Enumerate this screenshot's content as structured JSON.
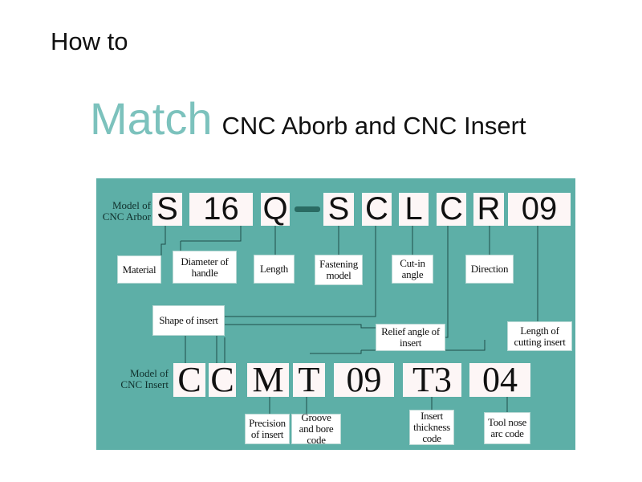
{
  "title": {
    "how_to": "How to",
    "match": "Match",
    "rest": "CNC Aborb and CNC Insert"
  },
  "colors": {
    "panel": "#5dafa7",
    "accent_title": "#7cc2bd",
    "box": "#fdf6f6",
    "dash": "#2a6b63"
  },
  "arbor": {
    "label": "Model of CNC Arbor",
    "chars": [
      "S",
      "16",
      "Q",
      "S",
      "C",
      "L",
      "C",
      "R",
      "09"
    ]
  },
  "insert": {
    "label": "Model of CNC Insert",
    "chars": [
      "C",
      "C",
      "M",
      "T",
      "09",
      "T3",
      "04"
    ]
  },
  "labels": {
    "material": "Material",
    "diameter": "Diameter of handle",
    "length": "Length",
    "fastening": "Fastening model",
    "cutin": "Cut-in angle",
    "direction": "Direction",
    "shape": "Shape of insert",
    "relief": "Relief angle of insert",
    "cutting_length": "Length of cutting insert",
    "precision": "Precision of insert",
    "groove": "Groove and bore code",
    "thickness": "Insert thickness code",
    "toolnose": "Tool nose arc code"
  }
}
